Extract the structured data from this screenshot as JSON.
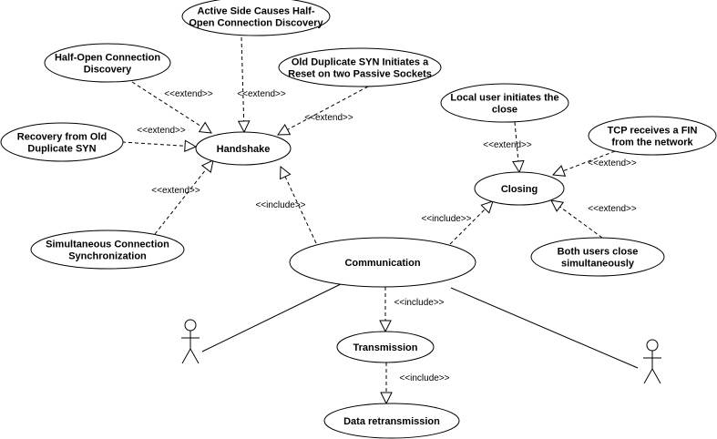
{
  "use_cases": {
    "active_side": [
      "Active Side Causes Half-",
      "Open Connection Discovery"
    ],
    "half_open": [
      "Half-Open Connection",
      "Discovery"
    ],
    "old_duplicate_reset": [
      "Old Duplicate SYN Initiates a",
      "Reset on two Passive Sockets"
    ],
    "recovery": [
      "Recovery from Old",
      "Duplicate SYN"
    ],
    "handshake": [
      "Handshake"
    ],
    "simultaneous": [
      "Simultaneous Connection",
      "Synchronization"
    ],
    "local_close": [
      "Local user initiates the",
      "close"
    ],
    "fin": [
      "TCP receives a FIN",
      "from the network"
    ],
    "closing": [
      "Closing"
    ],
    "both_close": [
      "Both users close",
      "simultaneously"
    ],
    "communication": [
      "Communication"
    ],
    "transmission": [
      "Transmission"
    ],
    "retransmission": [
      "Data retransmission"
    ]
  },
  "relations": {
    "extend": "<<extend>>",
    "include": "<<include>>"
  }
}
